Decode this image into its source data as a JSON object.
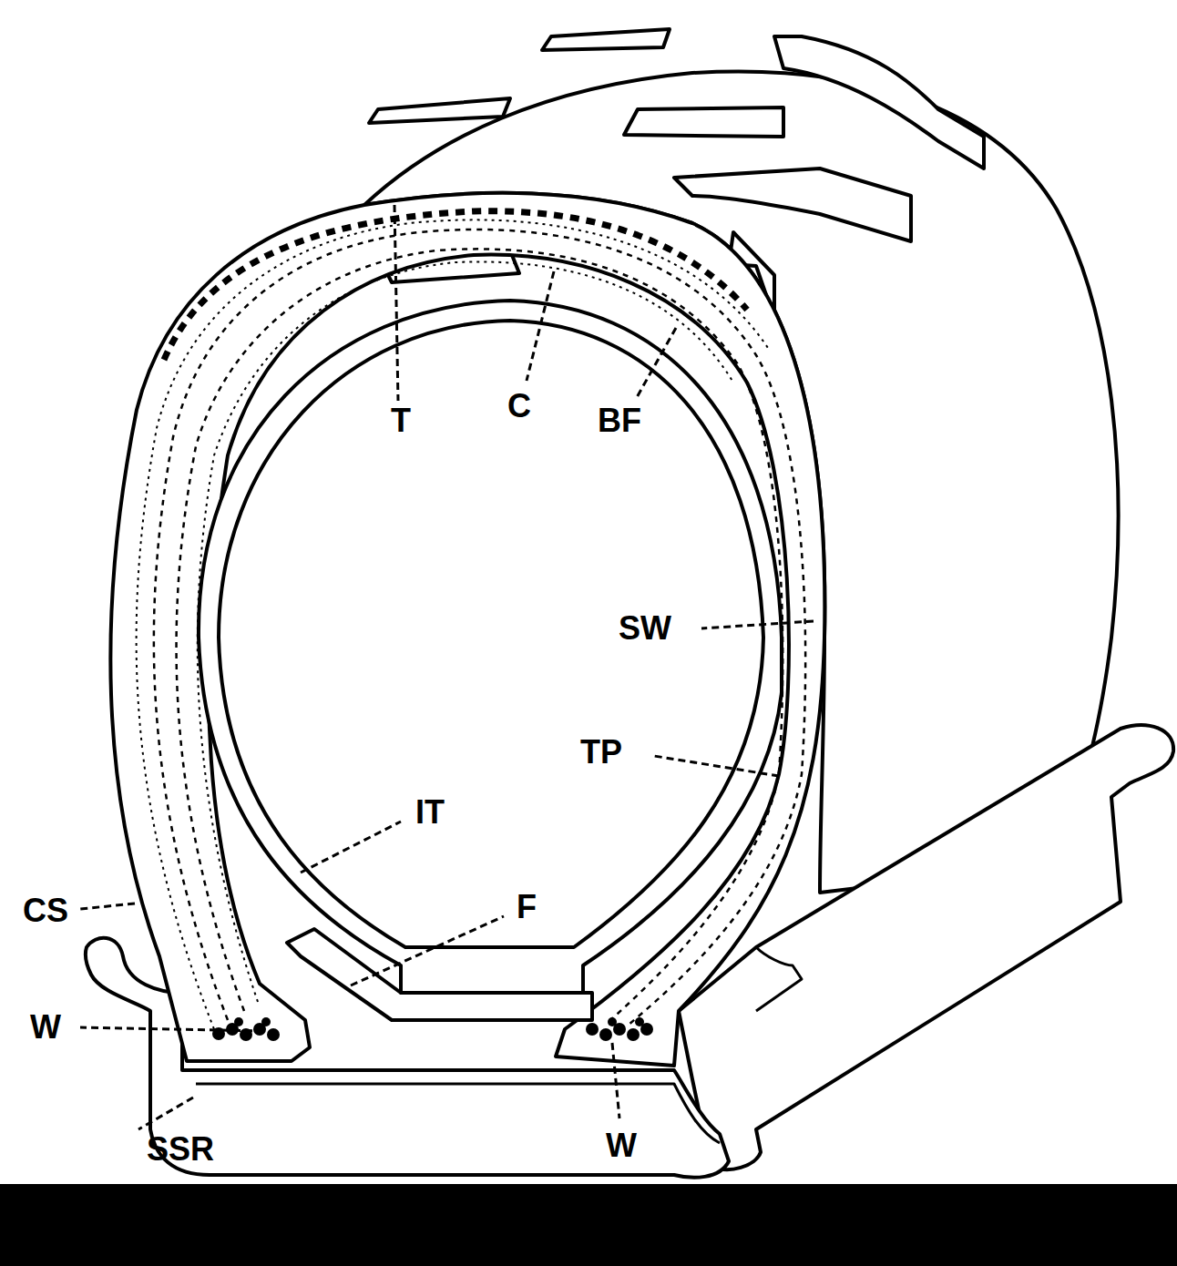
{
  "diagram": {
    "labels": [
      "T",
      "C",
      "BF",
      "SW",
      "TP",
      "IT",
      "F",
      "CS",
      "W",
      "SSR",
      "W"
    ]
  }
}
